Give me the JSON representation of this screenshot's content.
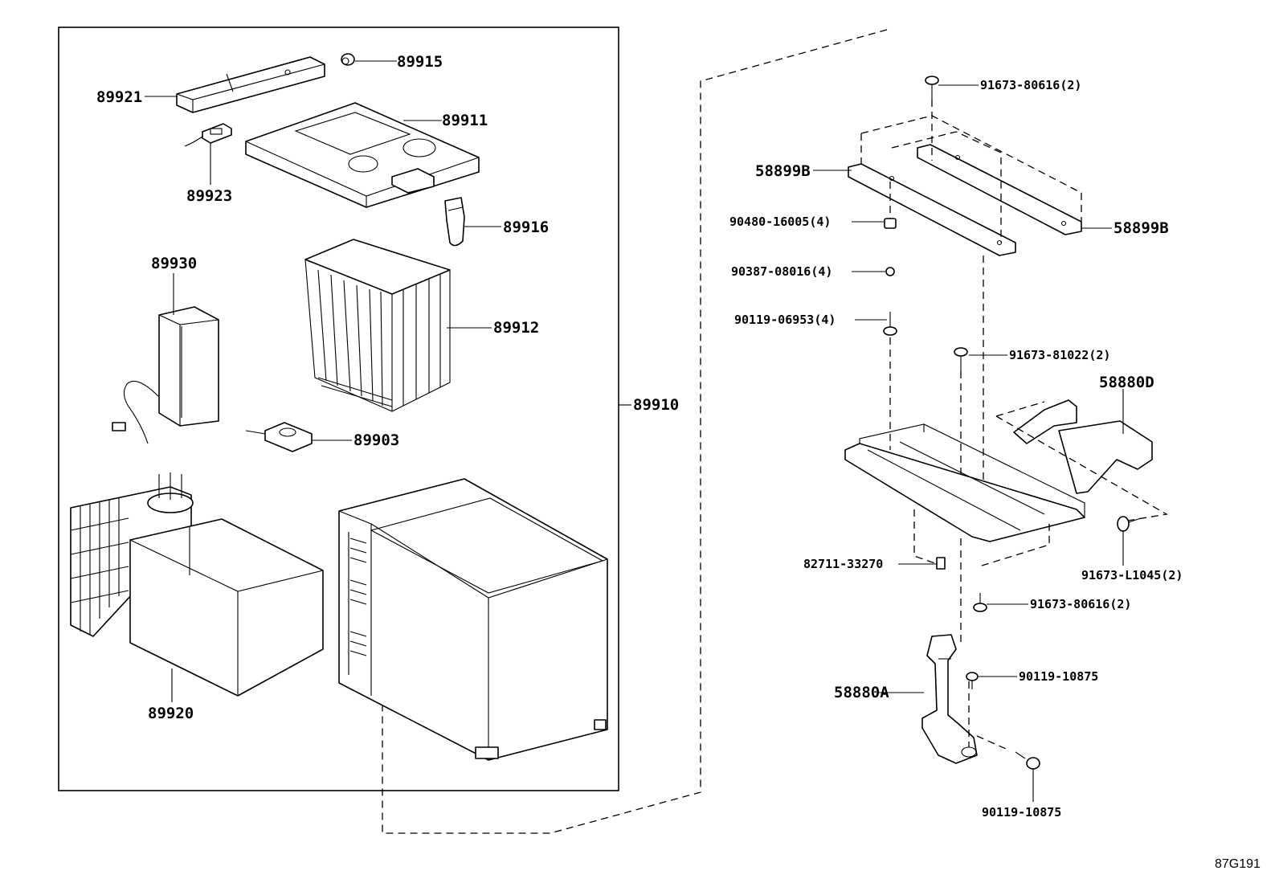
{
  "callouts": {
    "p89915": "89915",
    "p89921": "89921",
    "p89911": "89911",
    "p89923": "89923",
    "p89916": "89916",
    "p89930": "89930",
    "p89912": "89912",
    "p89910": "89910",
    "p89903": "89903",
    "p89920": "89920",
    "p91673_80616_top": "91673-80616(2)",
    "p58899B_left": "58899B",
    "p58899B_right": "58899B",
    "p90480_16005": "90480-16005(4)",
    "p90387_08016": "90387-08016(4)",
    "p90119_06953": "90119-06953(4)",
    "p91673_81022": "91673-81022(2)",
    "p58880D": "58880D",
    "p82711_33270": "82711-33270",
    "p91673_L1045": "91673-L1045(2)",
    "p91673_80616_bottom": "91673-80616(2)",
    "p90119_10875_a": "90119-10875",
    "p58880A": "58880A",
    "p90119_10875_b": "90119-10875"
  },
  "diagram_code": "87G191"
}
